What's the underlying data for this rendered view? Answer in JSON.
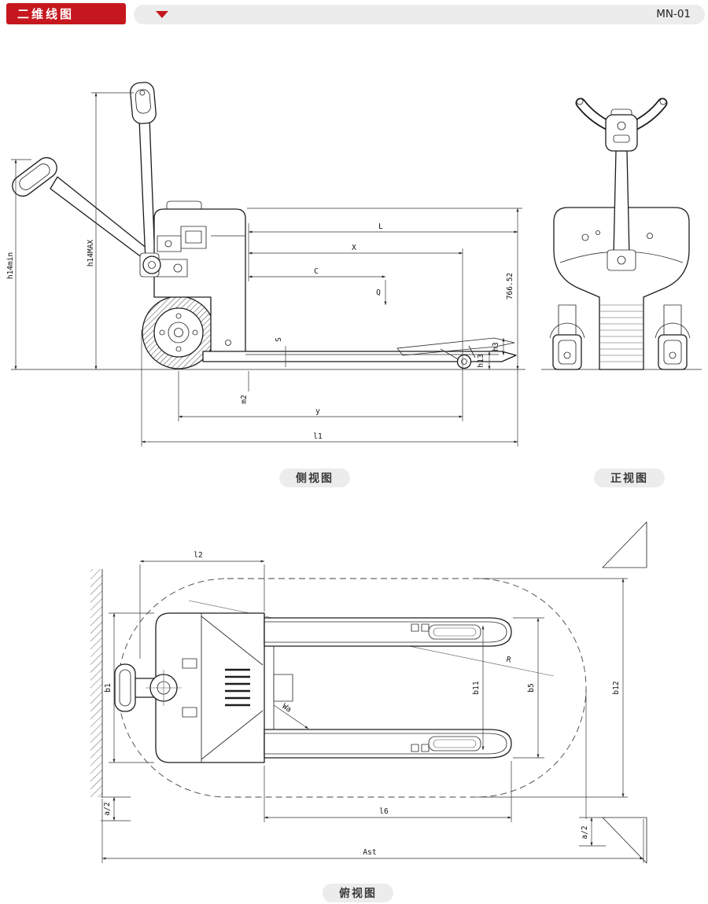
{
  "colors": {
    "accent": "#c6171e",
    "banner": "#ececec",
    "paper": "#ffffff",
    "line": "#1c1c1c"
  },
  "header": {
    "title": "二维线图",
    "code": "MN-01"
  },
  "captions": {
    "side": "侧视图",
    "front": "正视图",
    "top": "俯视图"
  },
  "side_view": {
    "labels": {
      "h14min": "h14min",
      "h14max": "h14MAX",
      "L": "L",
      "X": "X",
      "C": "C",
      "Q": "Q",
      "S": "S",
      "v766": "766.52",
      "h3": "h3",
      "h13": "h13",
      "m2": "m2",
      "y": "y",
      "l1": "l1"
    }
  },
  "top_view": {
    "labels": {
      "l2": "l2",
      "b1": "b1",
      "a2_left": "a/2",
      "Wa": "Wa",
      "R": "R",
      "b11": "b11",
      "b5": "b5",
      "b12": "b12",
      "l6": "l6",
      "a2_right": "a/2",
      "Ast": "Ast"
    }
  }
}
